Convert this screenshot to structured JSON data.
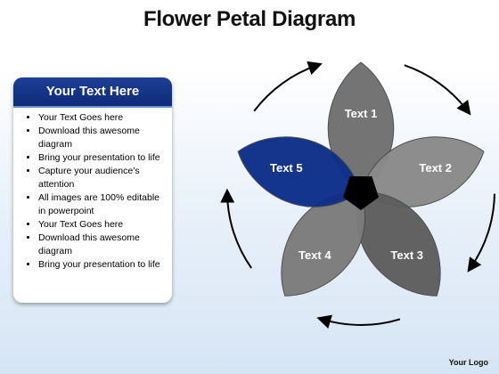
{
  "title": "Flower Petal Diagram",
  "card": {
    "heading": "Your Text Here",
    "bullets": [
      "Your Text Goes here",
      "Download this awesome diagram",
      "Bring your presentation to life",
      "Capture your audience’s attention",
      "All images are 100% editable in powerpoint",
      "Your Text Goes here",
      "Download this awesome diagram",
      "Bring your presentation to life"
    ]
  },
  "petals": [
    {
      "label": "Text 1",
      "color": "#707070"
    },
    {
      "label": "Text 2",
      "color": "#8a8a8a"
    },
    {
      "label": "Text 3",
      "color": "#5e5e5e"
    },
    {
      "label": "Text 4",
      "color": "#7c7c7c"
    },
    {
      "label": "Text 5",
      "color": "#0e2f8a"
    }
  ],
  "center_color": "#000000",
  "arrow_color": "#000000",
  "logo": "Your Logo"
}
